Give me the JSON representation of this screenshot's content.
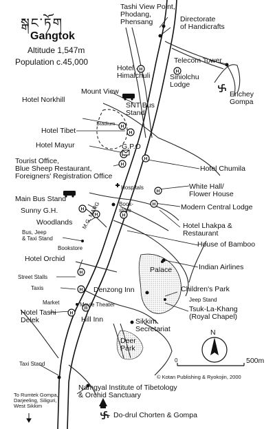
{
  "header": {
    "script_title": " སྒང་ཏོག",
    "title": "Gangtok",
    "altitude": "Altitude 1,547m",
    "population": "Population c.45,000"
  },
  "labels": {
    "tashi_view_point": "Tashi View Point,\nPhodang,\nPhensang",
    "directorate": "Directorate\nof Handicrafts",
    "telecom_tower": "Telecom Tower",
    "hotel_himalchuli": "Hotel\nHimalchuli",
    "siniolchu_lodge": "Siniolchu\nLodge",
    "mount_view": "Mount View",
    "enchey_gompa": "Enchey\nGompa",
    "hotel_norkhill": "Hotel Norkhill",
    "snt_bus_stand": "SNT Bus\nStand",
    "stadium": "Stadium",
    "hotel_tibet": "Hotel Tibet",
    "hotel_mayur": "Hotel Mayur",
    "gpo": "G.P.O",
    "tourist_office": "Tourist Office,\nBlue Sheep Restaurant,\nForeigners' Registration Office",
    "hotel_chumila": "Hotel Chumila",
    "hospitals": "Hospitals",
    "white_hall": "White Hall/\nFlower House",
    "main_bus_stand": "Main Bus Stand",
    "sunny_gh": "Sunny G.H.",
    "bookstore_upper": "Book-\nstore",
    "modern_central_lodge": "Modern Central Lodge",
    "woodlands": "Woodlands",
    "mg_marg": "M.G. MARG",
    "hotel_lhakpa": "Hotel Lhakpa &\nRestaurant",
    "bus_jeep_taxi": "Bus, Jeep\n& Taxi Stand",
    "bookstore_lower": "Bookstore",
    "house_of_bamboo": "House of Bamboo",
    "hotel_orchid": "Hotel Orchid",
    "indian_airlines": "Indian Airlines",
    "palace": "Palace",
    "street_stalls": "Street Stalls",
    "childrens_park": "Children's Park",
    "taxis": "Taxis",
    "denzong_inn": "Denzong Inn",
    "jeep_stand": "Jeep Stand",
    "market": "Market",
    "movie_theater": "Movie Theater",
    "tsuk_la_khang": "Tsuk-La-Khang\n(Royal Chapel)",
    "hotel_tashi_delek": "Hotel Tashi\nDelek",
    "hill_inn": "Hill Inn",
    "sikkim_secretariat": "Sikkim\nSecretariat",
    "deer_park": "Deer\nPark",
    "taxi_stand": "Taxi Stand",
    "namgyal_institute": "Namgyal Institute of Tibetology\n& Orchid Sanctuary",
    "to_rumtek": "To Rumtek Gompa,\nDarjeeling, Siliguri,\nWest Sikkim",
    "do_drul_chorten": "Do-drul Chorten & Gompa"
  },
  "scale": {
    "start": "0",
    "end": "500m"
  },
  "north": "N",
  "copyright": "© Kotan Publishing & Ryokojin, 2000",
  "icons": {
    "hotel": "H",
    "gompa": "swastika-icon",
    "bus": "bus-icon",
    "chorten": "chorten-icon",
    "post_office": "envelope-icon",
    "hospital": "cross-icon"
  },
  "colors": {
    "ink": "#111111",
    "paper": "#ffffff",
    "shade": "#9a9a9a"
  }
}
